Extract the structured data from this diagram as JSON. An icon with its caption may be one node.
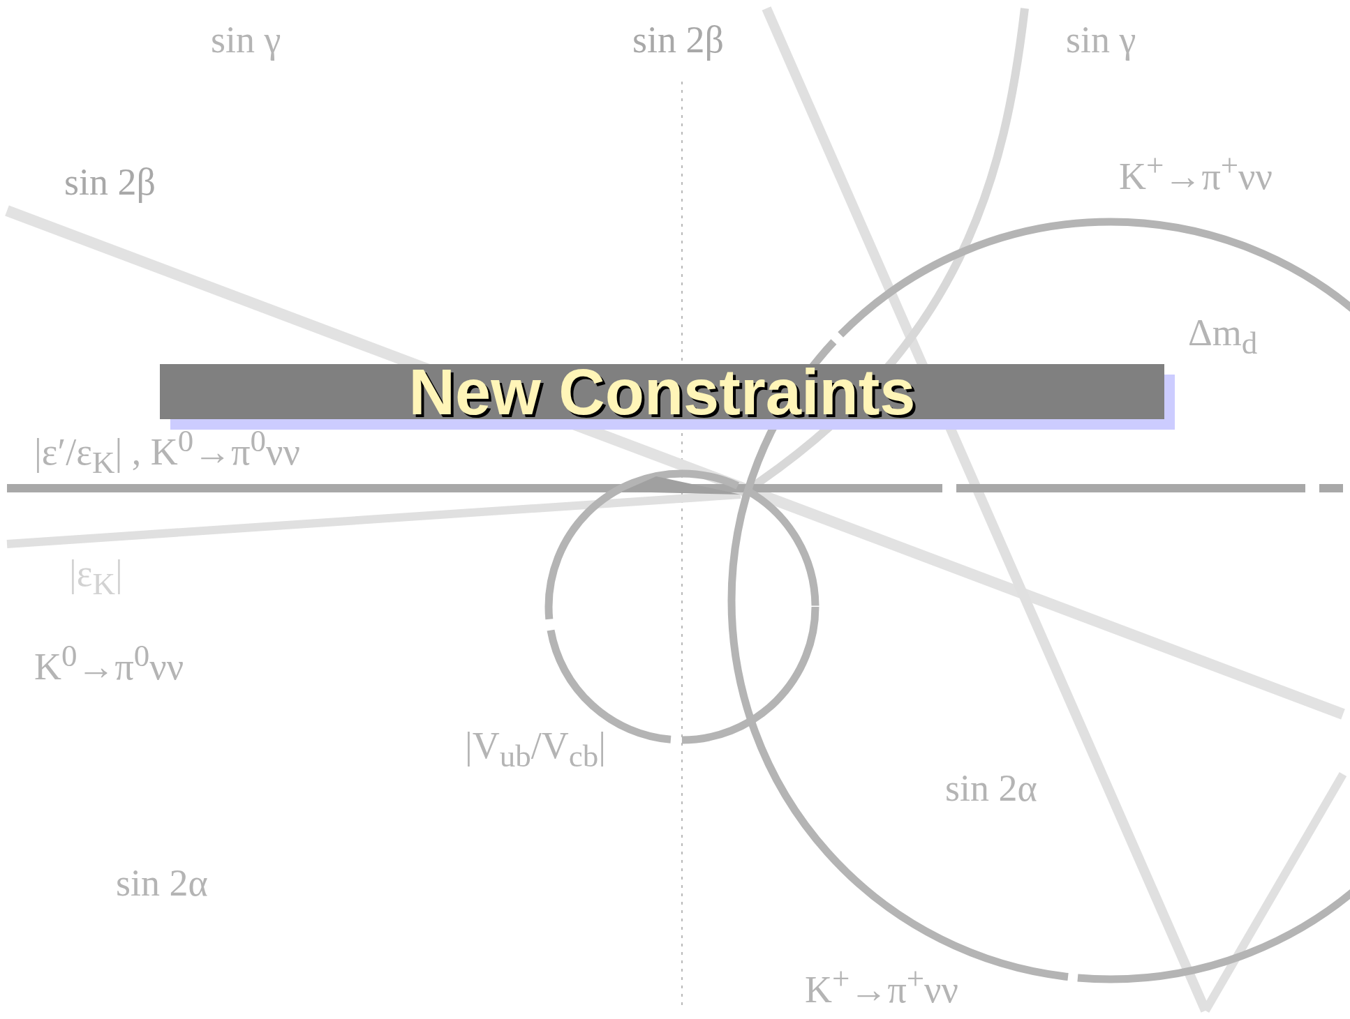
{
  "diagram": {
    "title": "New Constraints",
    "labels": [
      "sin γ",
      "sin 2β",
      "sin γ",
      "sin 2β",
      "K$^{+}$→π$^{+}$νν",
      "Δm$_{d}$",
      "|ε′/ε$_{K}$| , K$^{0}$→π$^{0}$νν",
      "|ε$_{K}$|",
      "K$^{0}$→π$^{0}$νν",
      "|V$_{ub}$/V$_{cb}$|",
      "sin 2α",
      "sin 2α",
      "K$^{+}$→π$^{+}$νν"
    ]
  }
}
